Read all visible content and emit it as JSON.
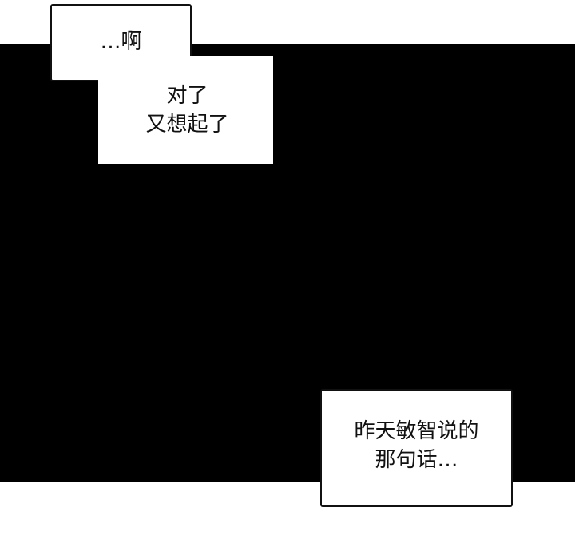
{
  "panel": {
    "background": "#000000",
    "page_background": "#ffffff"
  },
  "captions": [
    {
      "lines": [
        "…啊"
      ]
    },
    {
      "lines": [
        "对了",
        "又想起了"
      ]
    },
    {
      "lines": [
        "昨天敏智说的",
        "那句话…"
      ]
    }
  ]
}
